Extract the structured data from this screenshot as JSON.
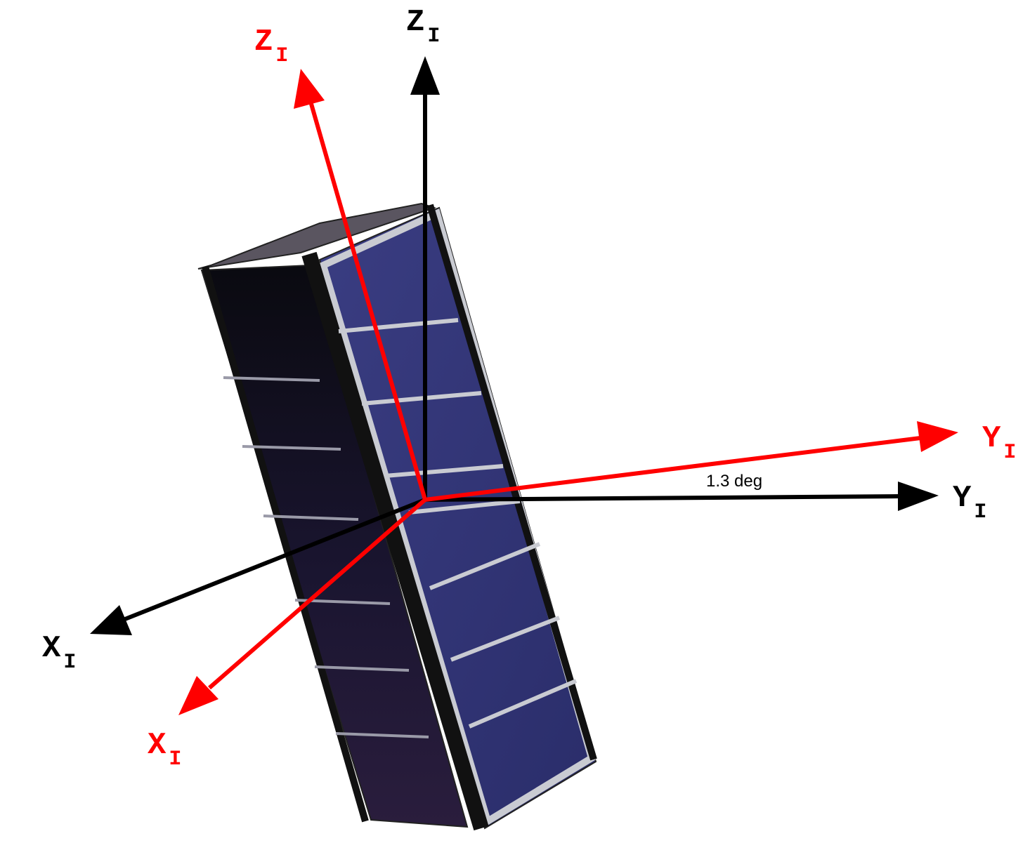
{
  "colors": {
    "reference_frame": "#000000",
    "rotated_frame": "#ff0000",
    "solar_cell": "#2c2f6e",
    "solar_cell_dark": "#16132e",
    "frame_metal": "#c9cbd2",
    "rail": "#111111"
  },
  "labels": {
    "z_black": {
      "main": "Z",
      "sub": "I"
    },
    "z_red": {
      "main": "Z",
      "sub": "I"
    },
    "y_black": {
      "main": "Y",
      "sub": "I"
    },
    "y_red": {
      "main": "Y",
      "sub": "I"
    },
    "x_black": {
      "main": "X",
      "sub": "I"
    },
    "x_red": {
      "main": "X",
      "sub": "I"
    },
    "angle": "1.3 deg"
  },
  "rotation_angle_deg": 1.3
}
